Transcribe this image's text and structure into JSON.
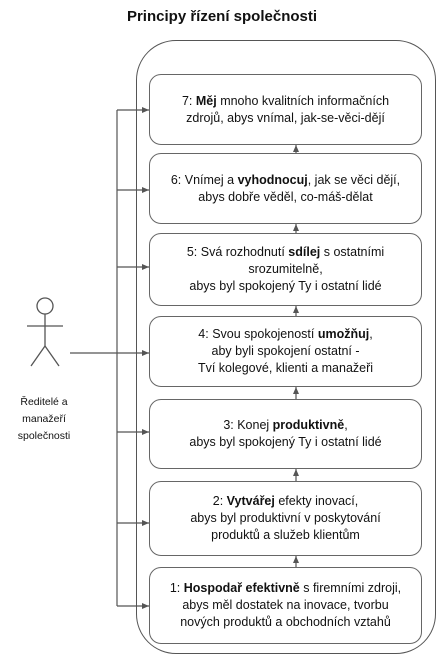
{
  "title": "Principy řízení společnosti",
  "actor": {
    "label_lines": [
      "Ředitelé a",
      "manažeří",
      "společnosti"
    ]
  },
  "boxes": [
    {
      "id": "7",
      "lines": [
        {
          "pre": "7: ",
          "bold": "Měj",
          "post": " mnoho kvalitních informačních"
        },
        {
          "pre": "zdrojů, abys vnímal, jak-se-věci-dějí",
          "bold": "",
          "post": ""
        }
      ]
    },
    {
      "id": "6",
      "lines": [
        {
          "pre": "6: Vnímej a ",
          "bold": "vyhodnocuj",
          "post": ", jak se věci dějí,"
        },
        {
          "pre": "abys dobře věděl, co-máš-dělat",
          "bold": "",
          "post": ""
        }
      ]
    },
    {
      "id": "5",
      "lines": [
        {
          "pre": "5: Svá rozhodnutí ",
          "bold": "sdílej",
          "post": " s ostatními"
        },
        {
          "pre": "srozumitelně,",
          "bold": "",
          "post": ""
        },
        {
          "pre": "abys byl spokojený Ty i ostatní lidé",
          "bold": "",
          "post": ""
        }
      ]
    },
    {
      "id": "4",
      "lines": [
        {
          "pre": "4: Svou spokojeností ",
          "bold": "umožňuj",
          "post": ","
        },
        {
          "pre": "aby byli spokojení ostatní -",
          "bold": "",
          "post": ""
        },
        {
          "pre": "Tví kolegové, klienti a manažeři",
          "bold": "",
          "post": ""
        }
      ]
    },
    {
      "id": "3",
      "lines": [
        {
          "pre": "3: Konej ",
          "bold": "produktivně",
          "post": ","
        },
        {
          "pre": "abys byl spokojený Ty i ostatní lidé",
          "bold": "",
          "post": ""
        }
      ]
    },
    {
      "id": "2",
      "lines": [
        {
          "pre": "2: ",
          "bold": "Vytvářej",
          "post": " efekty inovací,"
        },
        {
          "pre": "abys byl produktivní v poskytování",
          "bold": "",
          "post": ""
        },
        {
          "pre": "produktů a služeb klientům",
          "bold": "",
          "post": ""
        }
      ]
    },
    {
      "id": "1",
      "lines": [
        {
          "pre": "1: ",
          "bold": "Hospodař efektivně",
          "post": " s firemními zdroji,"
        },
        {
          "pre": "abys měl dostatek na inovace, tvorbu",
          "bold": "",
          "post": ""
        },
        {
          "pre": "nových produktů a obchodních vztahů",
          "bold": "",
          "post": ""
        }
      ]
    }
  ],
  "colors": {
    "stroke": "#555555",
    "text": "#111111",
    "background": "#ffffff"
  }
}
